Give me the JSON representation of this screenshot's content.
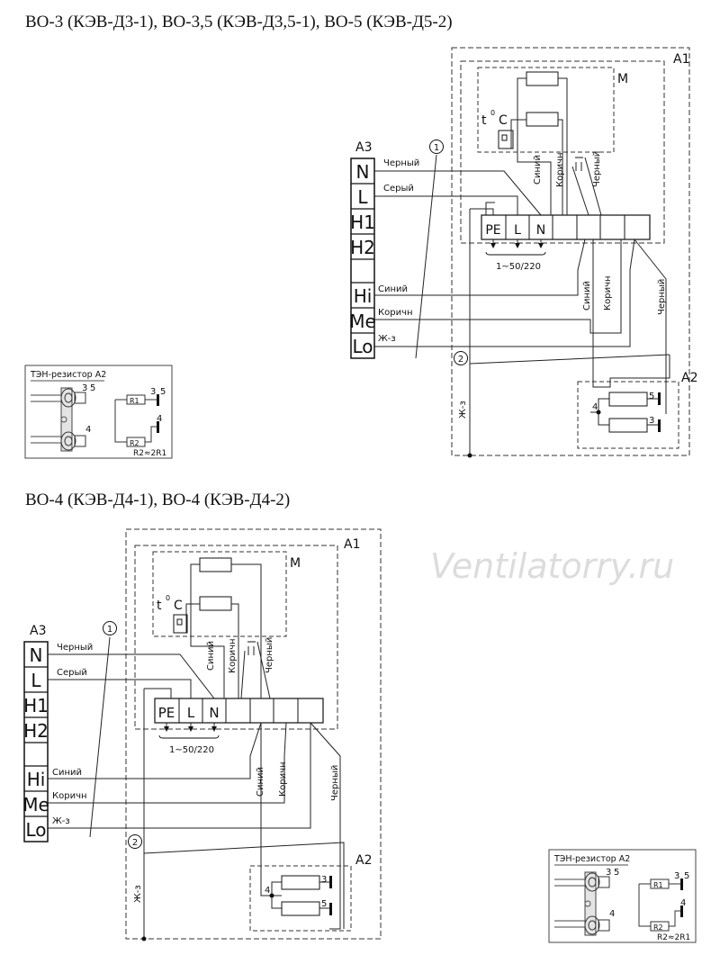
{
  "titles": {
    "top": "ВО-3 (КЭВ-Д3-1), ВО-3,5 (КЭВ-Д3,5-1), ВО-5 (КЭВ-Д5-2)",
    "bottom": "ВО-4 (КЭВ-Д4-1), ВО-4 (КЭВ-Д4-2)"
  },
  "watermark": "Ventilatorry.ru",
  "blocks": {
    "a1": "A1",
    "a2": "A2",
    "a3": "A3",
    "m": "M"
  },
  "a3_terminals": [
    "N",
    "L",
    "H1",
    "H2",
    "",
    "Hi",
    "Me",
    "Lo"
  ],
  "terminal_block": [
    "PE",
    "L",
    "N"
  ],
  "supply": "1~50/220",
  "wires": {
    "black": "Черный",
    "gray": "Серый",
    "blue": "Синий",
    "brown": "Коричн",
    "yellow_green": "Ж-з"
  },
  "markers": [
    "1",
    "2"
  ],
  "thermo": {
    "t": "t",
    "deg": "0",
    "c": "C"
  },
  "heater_numbers": {
    "n3": "3",
    "n4": "4",
    "n5": "5"
  },
  "inset": {
    "title": "ТЭН-резистор А2",
    "r1": "R1",
    "r2": "R2",
    "ratio": "R2≈2R1",
    "n3": "3",
    "n4": "4",
    "n5": "5"
  }
}
